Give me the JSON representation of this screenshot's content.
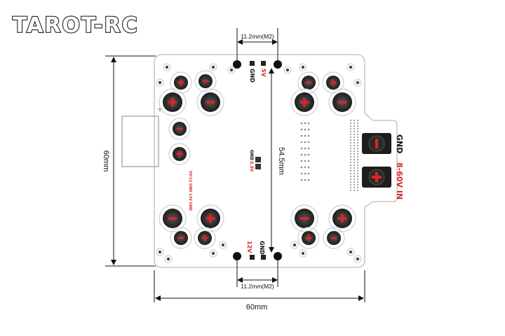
{
  "brand": {
    "logo_text": "TAROT-RC"
  },
  "dimensions": {
    "top_pad_spacing": "11.2mm(M2)",
    "bottom_pad_spacing": "11.2mm(M2)",
    "vertical_pad_spacing": "54.5mm",
    "board_height": "60mm",
    "board_width": "60mm"
  },
  "board_labels": {
    "top_gnd": "GND",
    "top_5v": "5V",
    "mid_gnd": "GND",
    "mid_3v3": "3.3V",
    "bottom_12v": "12V",
    "bottom_gnd": "GND",
    "input_gnd": "GND",
    "input_voltage": "8-60V IN",
    "side_connector": "5V/12 GND 12V GND"
  },
  "colors": {
    "board": "#ffffff",
    "outline": "#cfcfcf",
    "pad_red": "#d9252a",
    "pad_black": "#2a2a2a",
    "label_red": "#d9252a",
    "label_black": "#111111"
  }
}
